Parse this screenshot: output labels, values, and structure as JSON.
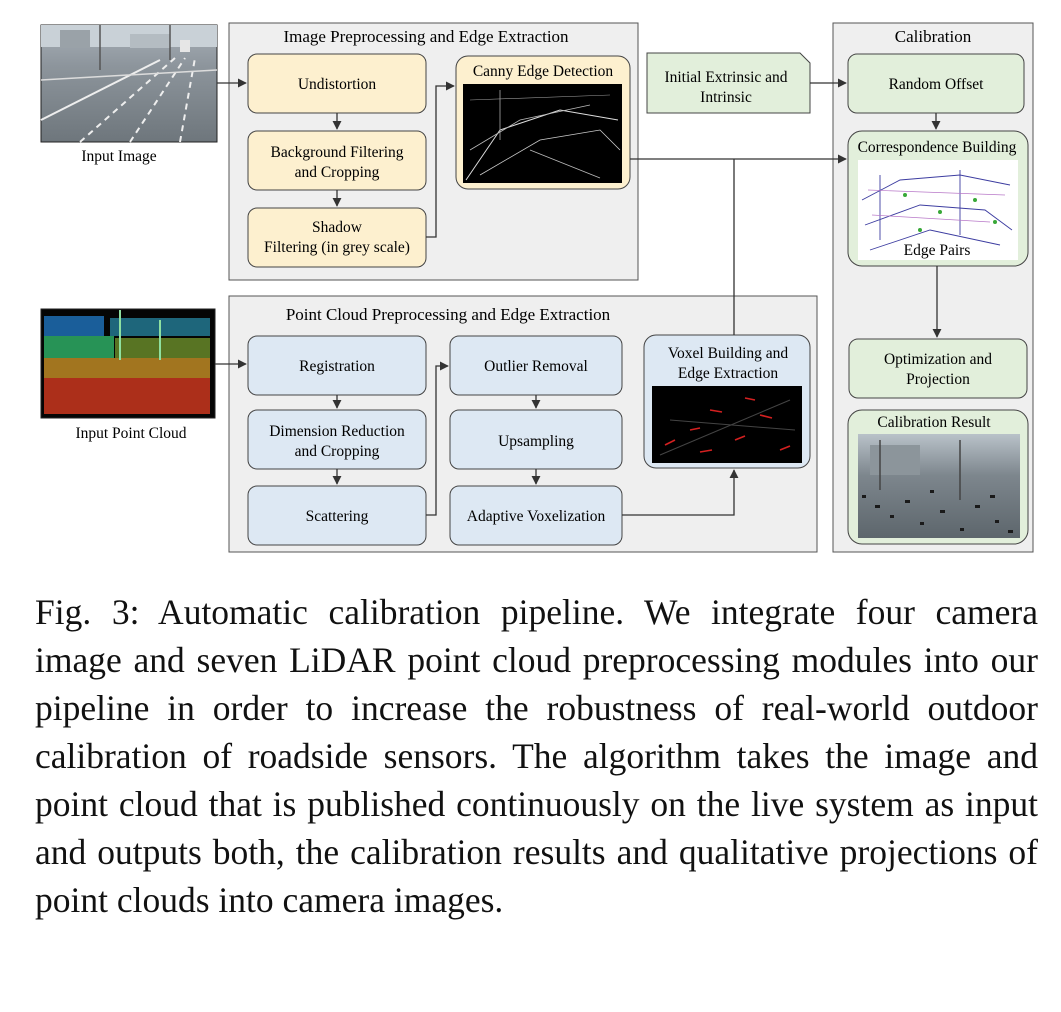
{
  "inputs": {
    "image_label": "Input Image",
    "pointcloud_label": "Input Point Cloud"
  },
  "image_section": {
    "title": "Image Preprocessing and Edge Extraction",
    "undistortion": "Undistortion",
    "background_filtering": [
      "Background Filtering",
      "and Cropping"
    ],
    "shadow_filtering": [
      "Shadow",
      "Filtering (in grey scale)"
    ],
    "canny": "Canny Edge Detection"
  },
  "pointcloud_section": {
    "title": "Point Cloud Preprocessing and Edge Extraction",
    "registration": "Registration",
    "dimension_reduction": [
      "Dimension Reduction",
      "and Cropping"
    ],
    "scattering": "Scattering",
    "outlier_removal": "Outlier Removal",
    "upsampling": "Upsampling",
    "adaptive_voxelization": "Adaptive Voxelization",
    "voxel_building": [
      "Voxel Building and",
      "Edge Extraction"
    ]
  },
  "initial_params": [
    "Initial Extrinsic and",
    "Intrinsic"
  ],
  "calibration_section": {
    "title": "Calibration",
    "random_offset": "Random Offset",
    "correspondence": "Correspondence Building",
    "edge_pairs": "Edge Pairs",
    "optimization": [
      "Optimization and",
      "Projection"
    ],
    "result": "Calibration Result"
  },
  "colors": {
    "image_box": "#fdf0cf",
    "pointcloud_box": "#dde8f3",
    "calibration_box": "#e2efdb",
    "section_bg": "#efefef"
  },
  "caption": "Fig. 3: Automatic calibration pipeline. We integrate four camera image and seven LiDAR point cloud preprocessing modules into our pipeline in order to increase the robustness of real-world outdoor calibration of roadside sensors. The algorithm takes the image and point cloud that is published continuously on the live system as input and outputs both, the calibration results and qualitative projections of point clouds into camera images."
}
